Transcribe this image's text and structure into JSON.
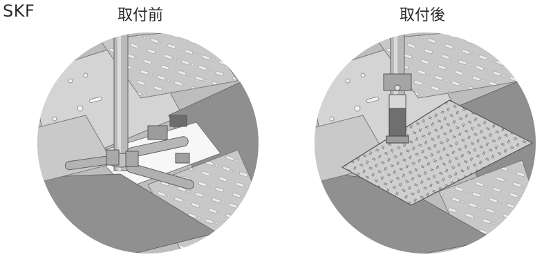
{
  "brand": "SKF",
  "panels": {
    "before": {
      "label": "取付前",
      "icon": "scaffold-joint-before-illustration"
    },
    "after": {
      "label": "取付後",
      "icon": "scaffold-joint-after-illustration"
    }
  },
  "colors": {
    "background": "#ffffff",
    "text": "#2a2a2a",
    "deck_light": "#cfcfcf",
    "deck_dark": "#8a8a8a",
    "steel": "#b5b5b5"
  }
}
